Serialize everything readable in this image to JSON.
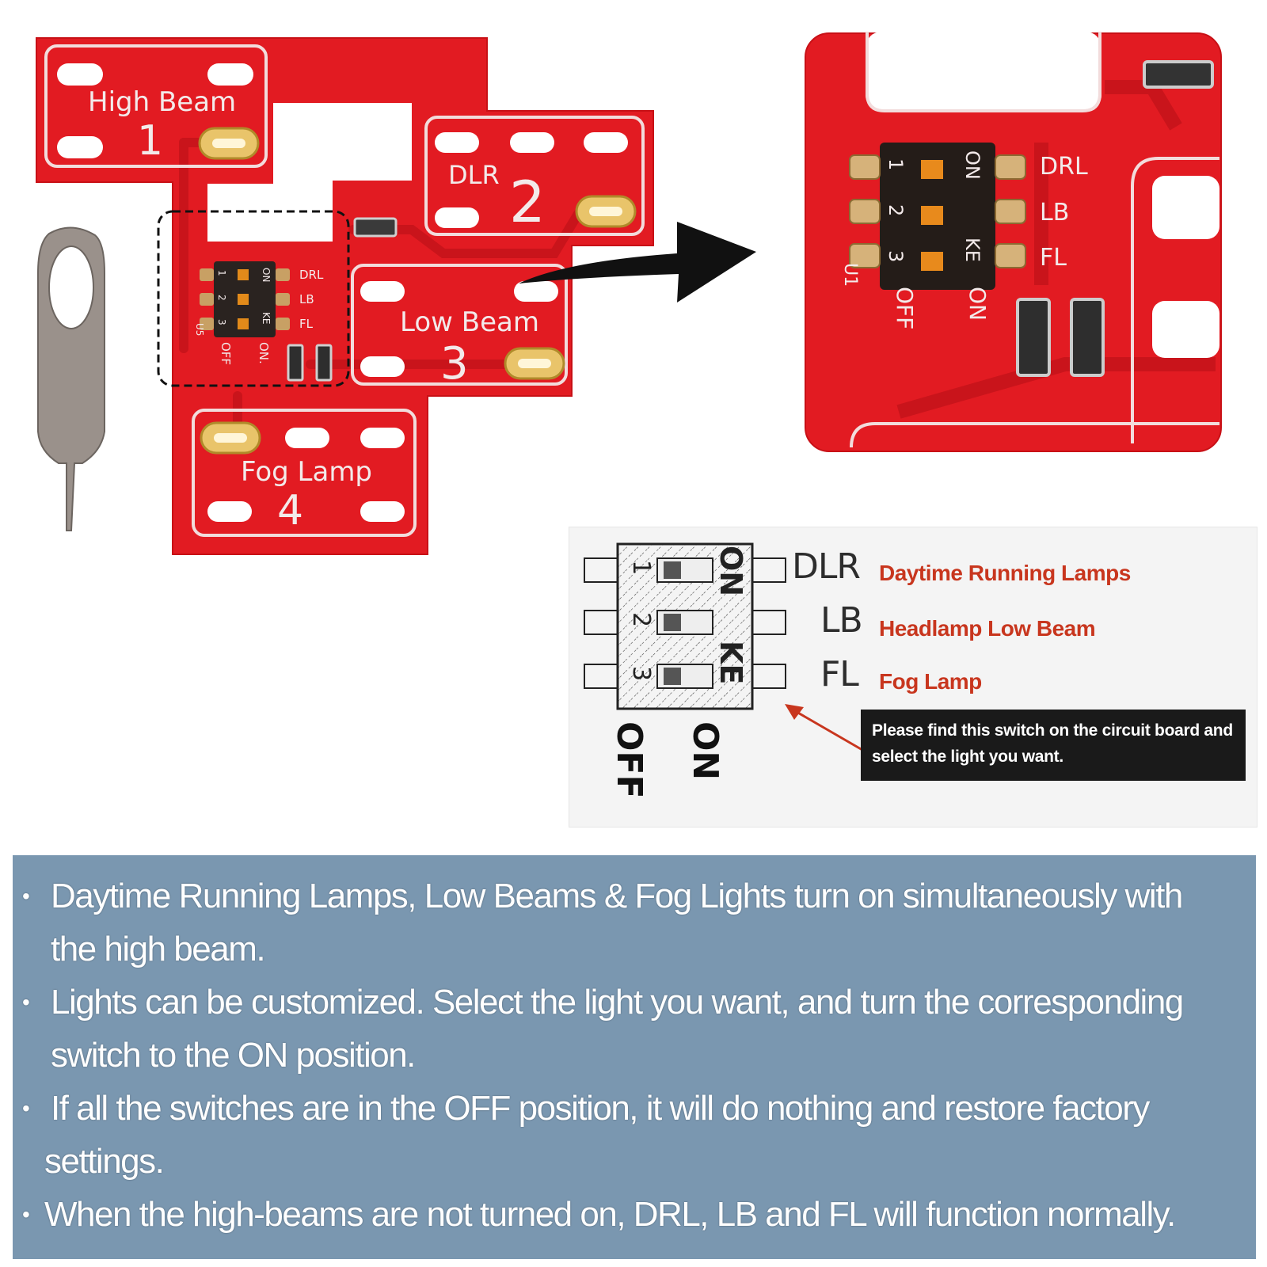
{
  "pcb_board": {
    "high_beam_label": "High Beam",
    "high_beam_number": "1",
    "dlr_label": "DLR",
    "dlr_number": "2",
    "low_beam_label": "Low Beam",
    "low_beam_number": "3",
    "fog_lamp_label": "Fog Lamp",
    "fog_lamp_number": "4",
    "switch_labels": [
      "DRL",
      "LB",
      "FL"
    ],
    "switch_numbers": [
      "1",
      "2",
      "3"
    ],
    "switch_on_label": "ON",
    "switch_ke_label": "KE",
    "off_label": "OFF",
    "on_label": "ON.",
    "u_label": "U5"
  },
  "closeup": {
    "switch_labels": [
      "DRL",
      "LB",
      "FL"
    ],
    "switch_numbers": [
      "1",
      "2",
      "3"
    ],
    "on_label": "ON",
    "ke_label": "KE",
    "off_label": "OFF",
    "on_bottom_label": "ON",
    "u_label": "U1"
  },
  "diagram": {
    "codes": [
      "DLR",
      "LB",
      "FL"
    ],
    "descriptions": [
      "Daytime Running Lamps",
      "Headlamp Low Beam",
      "Fog Lamp"
    ],
    "switch_numbers": [
      "1",
      "2",
      "3"
    ],
    "on_label": "ON",
    "ke_label": "KE",
    "off_label": "OFF",
    "on_bottom_label": "ON",
    "note_line1": "Please find this switch on the circuit board and",
    "note_line2": "select the light you want."
  },
  "bullets": {
    "b1_line1": "Daytime Running Lamps, Low Beams & Fog Lights turn on simultaneously  with",
    "b1_line2": "the high beam.",
    "b2_line1": "Lights can be customized. Select the light you want, and turn the  corresponding",
    "b2_line2": "switch to the ON position.",
    "b3_line1": "If all the switches are in the OFF position, it will do nothing and restore  factory",
    "b3_line2": "settings.",
    "b4_line1": "When the high-beams are not turned on, DRL, LB and FL will function normally."
  },
  "colors": {
    "pcb_red": "#e21b22",
    "panel_blue": "#7a97b0",
    "accent_red": "#c8361e"
  }
}
